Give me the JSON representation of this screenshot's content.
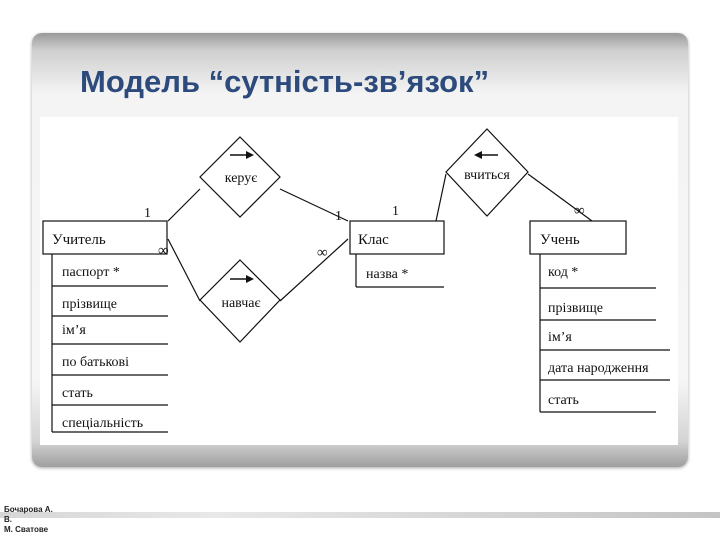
{
  "slide": {
    "title": "Модель “сутність-зв’язок”",
    "footer": {
      "author_line1": "Бочарова А.",
      "author_line2": "В.",
      "author_line3": "М. Сватове"
    }
  },
  "diagram": {
    "entities": {
      "teacher": {
        "name": "Учитель",
        "attributes": [
          "паспорт *",
          "прізвище",
          "ім’я",
          "по батькові",
          "стать",
          "спеціальність"
        ]
      },
      "class": {
        "name": "Клас",
        "attributes": [
          "назва *"
        ]
      },
      "student": {
        "name": "Учень",
        "attributes": [
          "код *",
          "прізвище",
          "ім’я",
          "дата народження",
          "стать"
        ]
      }
    },
    "relationships": {
      "manages": {
        "label": "керує",
        "arrow_direction": "right"
      },
      "teaches": {
        "label": "навчає",
        "arrow_direction": "right"
      },
      "studies": {
        "label": "вчиться",
        "arrow_direction": "left"
      }
    },
    "cardinalities": {
      "teacher_manages": "1",
      "manages_class": "1",
      "teacher_teaches": "∞",
      "teaches_class": "∞",
      "class_studies": "1",
      "studies_student": "∞"
    }
  }
}
